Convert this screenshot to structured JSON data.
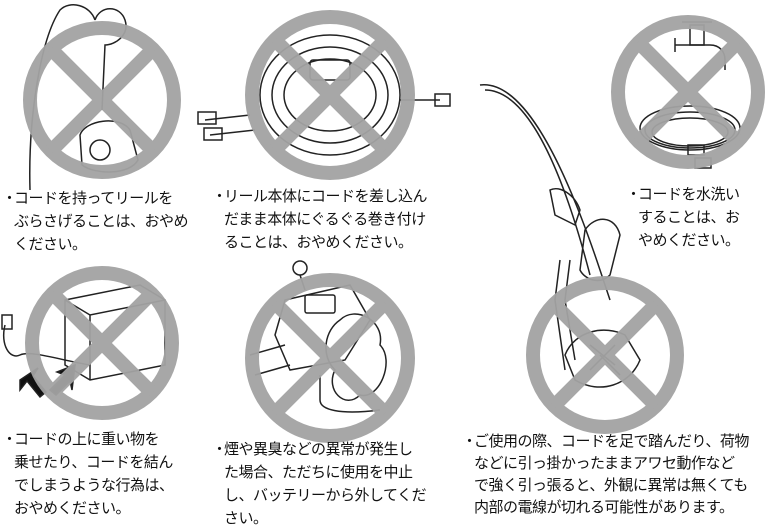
{
  "colors": {
    "prohibit": "#a3a3a3",
    "line": "#222222"
  },
  "notes": [
    {
      "id": "hang",
      "lines": [
        "コードを持ってリールを",
        "ぶらさげることは、おやめ",
        "ください。"
      ]
    },
    {
      "id": "wrap",
      "lines": [
        "リール本体にコードを差し込ん",
        "だまま本体にぐるぐる巻き付け",
        "ることは、おやめください。"
      ]
    },
    {
      "id": "wash",
      "lines": [
        "コードを水洗い",
        "することは、お",
        "やめください。"
      ]
    },
    {
      "id": "heavy",
      "lines": [
        "コードの上に重い物を",
        "乗せたり、コードを結ん",
        "でしまうような行為は、",
        "おやめください。"
      ]
    },
    {
      "id": "smoke",
      "lines": [
        "煙や異臭などの異常が発生し",
        "た場合、ただちに使用を中止",
        "し、バッテリーから外してくだ",
        "さい。"
      ]
    },
    {
      "id": "step",
      "lines": [
        "ご使用の際、コードを足で踏んだり、荷物",
        "などに引っ掛かったままアワセ動作など",
        "で強く引っ張ると、外観に異常は無くても",
        "内部の電線が切れる可能性があります。"
      ]
    }
  ]
}
